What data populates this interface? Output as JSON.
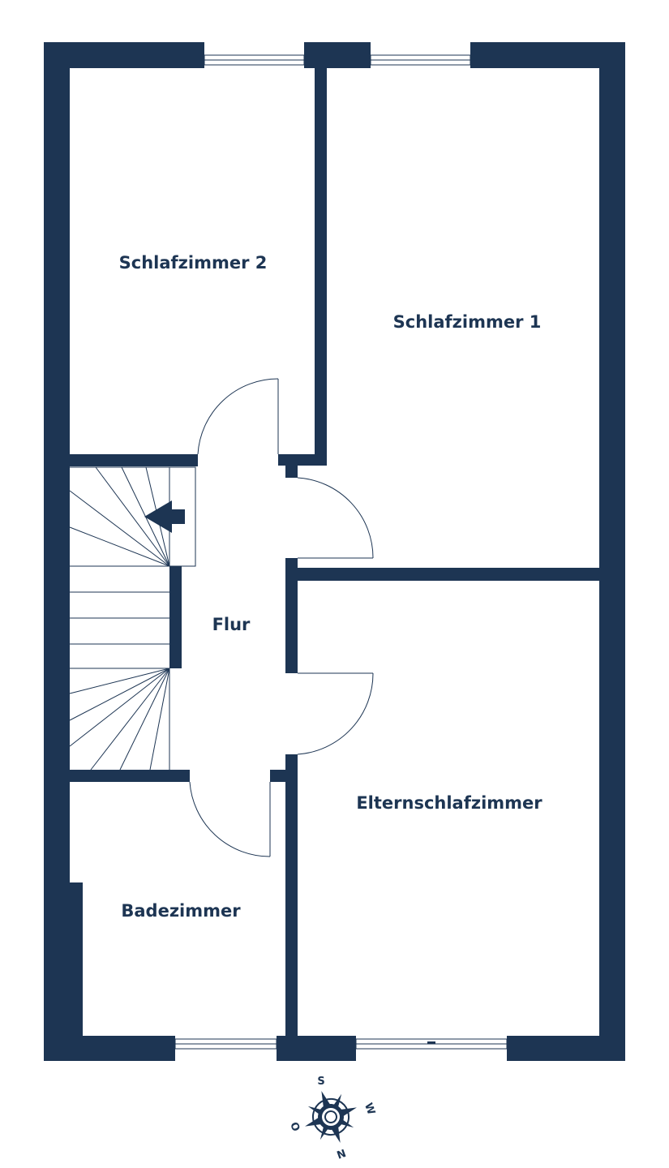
{
  "floorplan": {
    "wall_color": "#1d3553",
    "background": "#ffffff",
    "rooms": {
      "schlafzimmer_2": "Schlafzimmer 2",
      "schlafzimmer_1": "Schlafzimmer 1",
      "flur": "Flur",
      "elternschlafzimmer": "Elternschlafzimmer",
      "badezimmer": "Badezimmer"
    },
    "stair_arrow_icon": "arrow-left-icon",
    "compass": {
      "icon": "compass-rose-icon",
      "south": "S",
      "west": "W",
      "north": "N",
      "east": "O"
    }
  }
}
